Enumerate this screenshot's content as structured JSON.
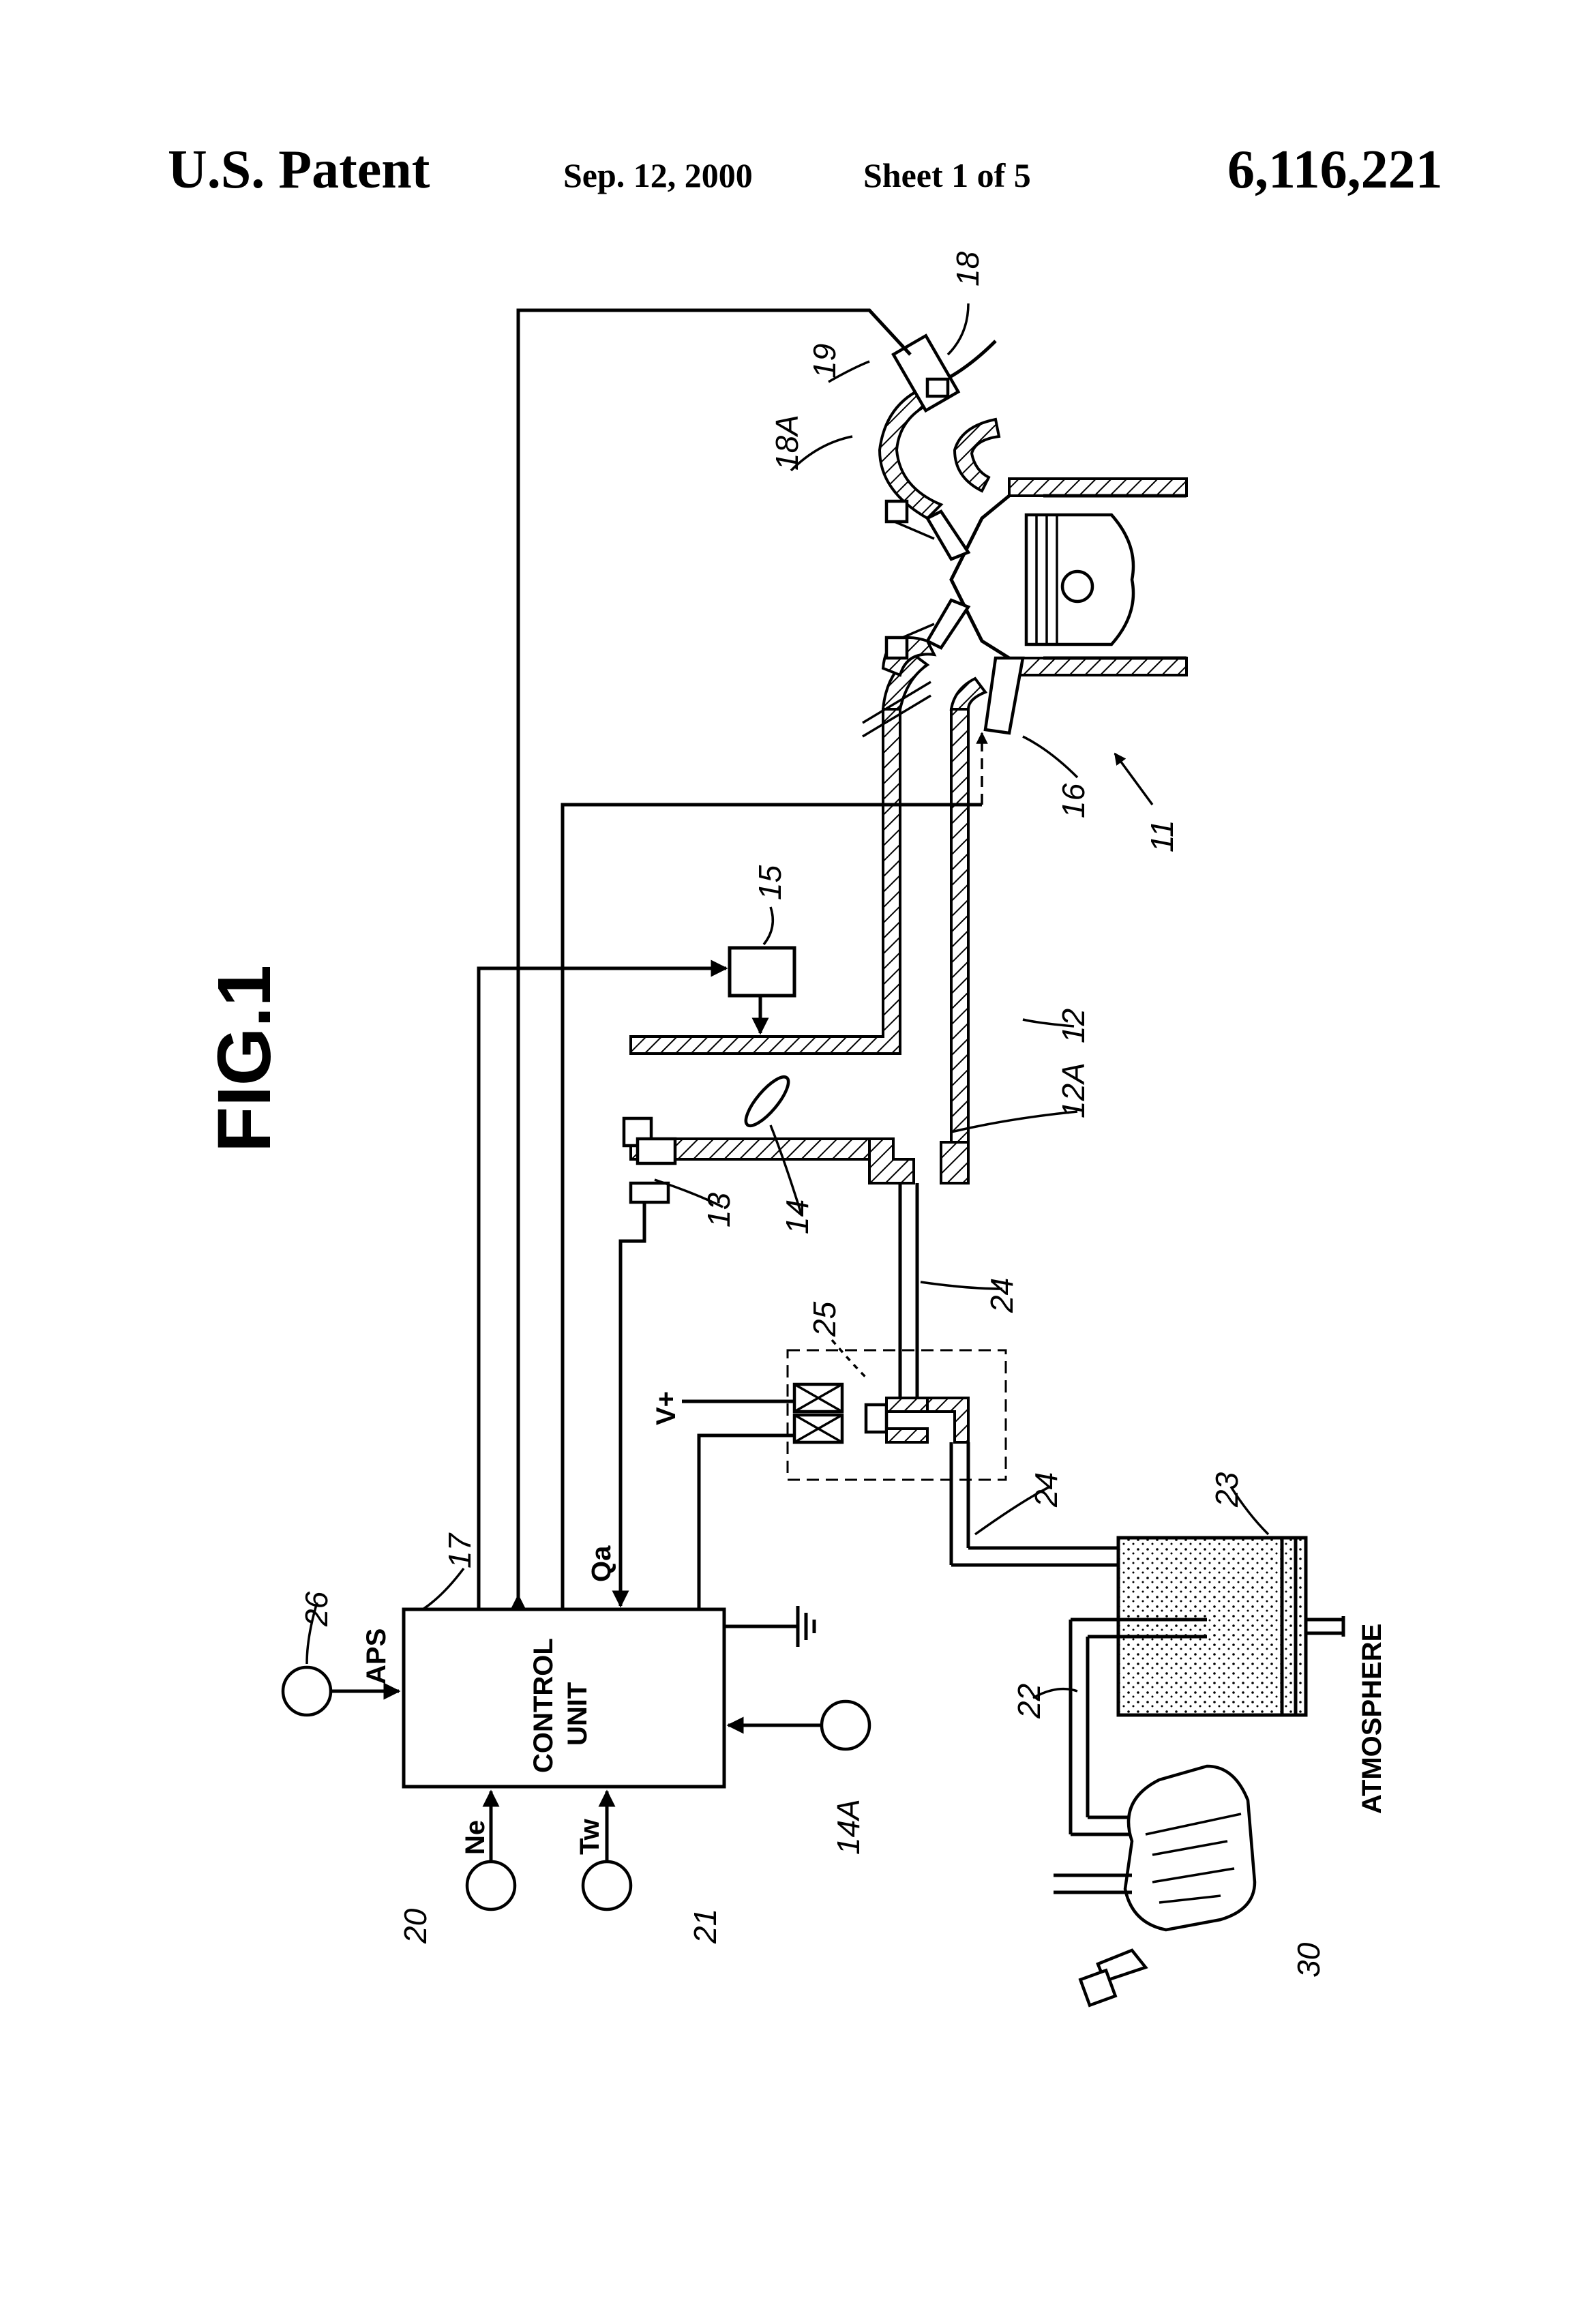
{
  "header": {
    "patent_label": "U.S. Patent",
    "date": "Sep. 12, 2000",
    "sheet": "Sheet 1 of 5",
    "patent_number": "6,116,221"
  },
  "figure": {
    "title": "FIG.1",
    "control_unit": [
      "CONTROL",
      "UNIT"
    ],
    "signals": {
      "aps": "APS",
      "qa": "Qa",
      "ne": "Ne",
      "tw": "Tw",
      "vplus": "V+"
    },
    "atmosphere": "ATMOSPHERE",
    "refs": {
      "r11": "11",
      "r12": "12",
      "r12a": "12A",
      "r13": "13",
      "r14": "14",
      "r14a": "14A",
      "r15": "15",
      "r16": "16",
      "r17": "17",
      "r18": "18",
      "r18a": "18A",
      "r19": "19",
      "r20": "20",
      "r21": "21",
      "r22": "22",
      "r23": "23",
      "r24a": "24",
      "r24b": "24",
      "r25": "25",
      "r26": "26",
      "r30": "30"
    }
  }
}
